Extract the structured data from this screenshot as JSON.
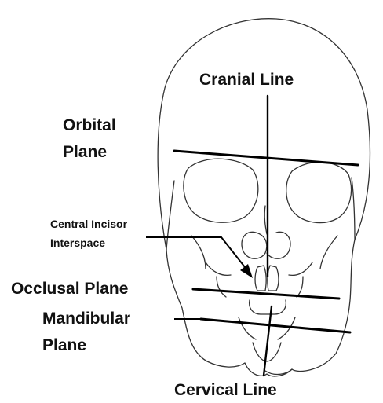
{
  "labels": {
    "cranial_line": "Cranial Line",
    "orbital_plane_line1": "Orbital",
    "orbital_plane_line2": "Plane",
    "central_incisor_line1": "Central Incisor",
    "central_incisor_line2": "Interspace",
    "occlusal_plane": "Occlusal Plane",
    "mandibular_plane_line1": "Mandibular",
    "mandibular_plane_line2": "Plane",
    "cervical_line": "Cervical Line"
  },
  "icons": {
    "skull": "skull-front-view-outline"
  },
  "colors": {
    "line": "#000000",
    "outline": "#333333",
    "text": "#111111",
    "background": "#ffffff"
  }
}
